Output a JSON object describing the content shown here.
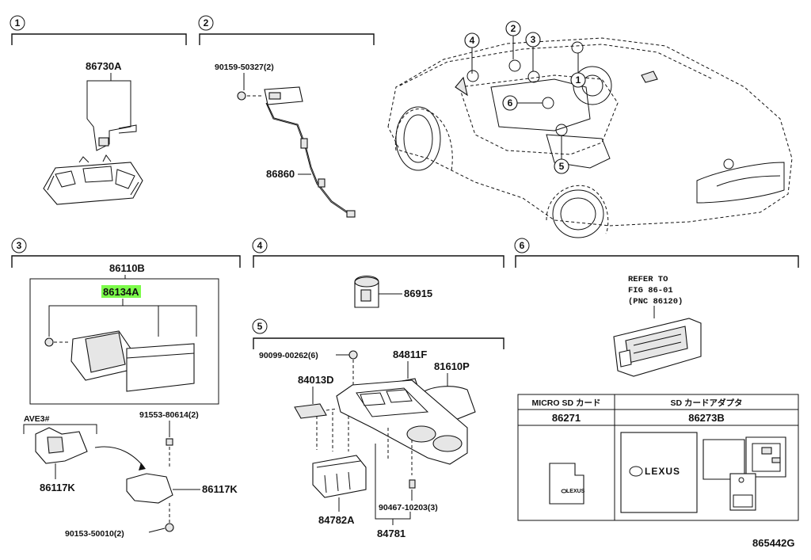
{
  "diagram": {
    "figure_code": "865442G",
    "sections": [
      {
        "num": "1",
        "parts": [
          "86730A"
        ]
      },
      {
        "num": "2",
        "parts": [
          "90159-50327(2)",
          "86860"
        ]
      },
      {
        "num": "3",
        "parts": [
          "86110B",
          "86134A",
          "AVE3#",
          "91553-80614(2)",
          "86117K",
          "86117K",
          "90153-50010(2)"
        ]
      },
      {
        "num": "4",
        "parts": [
          "86915"
        ]
      },
      {
        "num": "5",
        "parts": [
          "90099-00262(6)",
          "84811F",
          "81610P",
          "84013D",
          "84782A",
          "90467-10203(3)",
          "84781"
        ]
      },
      {
        "num": "6",
        "parts": [
          "REFER TO",
          "FIG 86-01",
          "(PNC 86120)"
        ]
      }
    ],
    "car_callouts": [
      "4",
      "2",
      "3",
      "1",
      "6",
      "5"
    ],
    "highlighted_part": "86134A",
    "sd_table": {
      "headers": [
        "MICRO SD カード",
        "SD カードアダプタ"
      ],
      "part_numbers": [
        "86271",
        "86273B"
      ],
      "brand": "LEXUS"
    }
  }
}
